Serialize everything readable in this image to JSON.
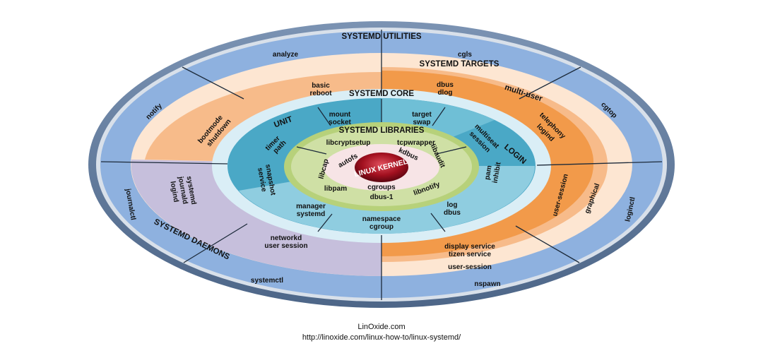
{
  "titles": {
    "utilities": "SYSTEMD UTILITIES",
    "targets": "SYSTEMD TARGETS",
    "core": "SYSTEMD CORE",
    "libraries": "SYSTEMD LIBRARIES",
    "daemons": "SYSTEMD DAEMONS",
    "unit": "UNIT",
    "login": "LOGIN",
    "kernel": "LINUX KERNEL"
  },
  "utilities": {
    "analyze": "analyze",
    "cgls": "cgls",
    "notify": "notify",
    "cgtop": "cgtop",
    "journalctl": "journalctl",
    "loginctl": "loginctl",
    "systemctl": "systemctl",
    "nspawn": "nspawn"
  },
  "targets": {
    "basic_reboot": [
      "basic",
      "reboot"
    ],
    "bootmode_shutdown": [
      "bootmode",
      "shutdown"
    ],
    "dbus_dlog": [
      "dbus",
      "dlog"
    ],
    "multi_user": "multi-user",
    "telephony_logind": [
      "telephony",
      "logind"
    ],
    "user_session": "user-session",
    "graphical": "graphical",
    "display_service": [
      "display service",
      "tizen service"
    ],
    "user_session_bottom": "user-session"
  },
  "daemons": {
    "journald": [
      "systemd",
      "journald",
      "logind"
    ],
    "networkd": [
      "networkd",
      "user session"
    ]
  },
  "core": {
    "mount_socket": [
      "mount",
      "socket"
    ],
    "target_swap": [
      "target",
      "swap"
    ],
    "timer_path": [
      "timer",
      "path"
    ],
    "multiseat_session": [
      "multiseat",
      "session"
    ],
    "snapshot_service": [
      "snapshot",
      "service"
    ],
    "inhibit_pam": [
      "inhibit",
      "pam"
    ],
    "manager_systemd": [
      "manager",
      "systemd"
    ],
    "log_dbus": [
      "log",
      "dbus"
    ],
    "namespace_cgroup": [
      "namespace",
      "cgroup"
    ]
  },
  "libraries": {
    "libcryptsetup": "libcryptsetup",
    "tcpwrapper": "tcpwrapper",
    "libcap": "libcap",
    "libaudit": "libaudit",
    "libpam": "libpam",
    "libnotify": "libnotify",
    "dbus1": "dbus-1",
    "autofs": "autofs",
    "kdbus": "kdbus",
    "cgroups": "cgroups"
  },
  "footer": {
    "site": "LinOxide.com",
    "url": "http://linoxide.com/linux-how-to/linux-systemd/"
  },
  "colors": {
    "frame": "#5b7597",
    "utilities_ring": "#8eb1df",
    "targets_light": "#fde6d2",
    "targets_mid": "#f7bb8a",
    "targets_dark": "#f29a4a",
    "daemons": "#c6bfdc",
    "core_outer": "#daeef6",
    "core_dark": "#4aa8c6",
    "core_light": "#8fcde0",
    "libraries": "#cfe0a5",
    "libraries_inner": "#f7e4e6",
    "kernel": "#9b0d1e"
  }
}
